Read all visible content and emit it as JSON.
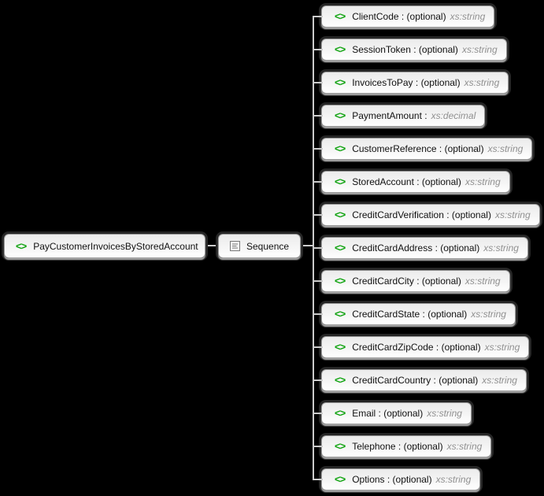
{
  "root": {
    "label": "PayCustomerInvoicesByStoredAccount"
  },
  "sequence": {
    "label": "Sequence"
  },
  "element_icon_glyph": "<>",
  "elements": [
    {
      "label": "ClientCode : (optional)",
      "type": "xs:string"
    },
    {
      "label": "SessionToken : (optional)",
      "type": "xs:string"
    },
    {
      "label": "InvoicesToPay : (optional)",
      "type": "xs:string"
    },
    {
      "label": "PaymentAmount :",
      "type": "xs:decimal"
    },
    {
      "label": "CustomerReference : (optional)",
      "type": "xs:string"
    },
    {
      "label": "StoredAccount : (optional)",
      "type": "xs:string"
    },
    {
      "label": "CreditCardVerification : (optional)",
      "type": "xs:string"
    },
    {
      "label": "CreditCardAddress : (optional)",
      "type": "xs:string"
    },
    {
      "label": "CreditCardCity : (optional)",
      "type": "xs:string"
    },
    {
      "label": "CreditCardState : (optional)",
      "type": "xs:string"
    },
    {
      "label": "CreditCardZipCode : (optional)",
      "type": "xs:string"
    },
    {
      "label": "CreditCardCountry : (optional)",
      "type": "xs:string"
    },
    {
      "label": "Email : (optional)",
      "type": "xs:string"
    },
    {
      "label": "Telephone : (optional)",
      "type": "xs:string"
    },
    {
      "label": "Options : (optional)",
      "type": "xs:string"
    }
  ],
  "colors": {
    "background": "#000000",
    "element_icon_green": "#0fa30f",
    "connector_gray": "#cccccc",
    "type_text_gray": "#909090",
    "node_border_gray": "#999999"
  }
}
